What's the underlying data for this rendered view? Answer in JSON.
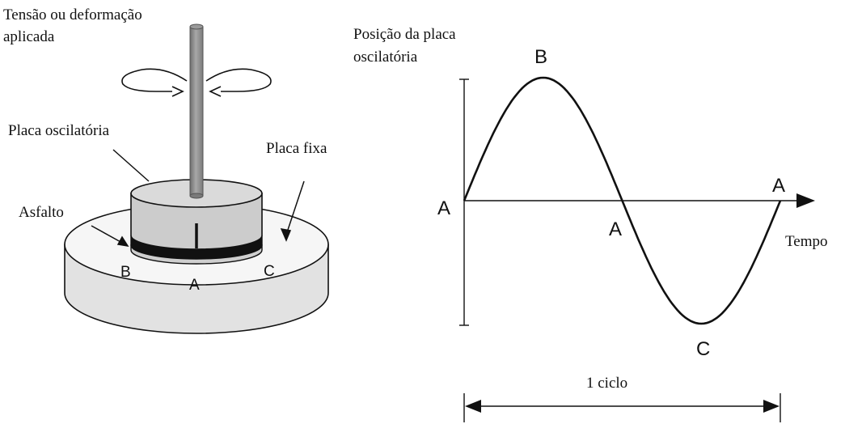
{
  "apparatus": {
    "applied_label_line1": "Tensão ou deformação",
    "applied_label_line2": "aplicada",
    "oscillating_plate_label": "Placa oscilatória",
    "fixed_plate_label": "Placa fixa",
    "asphalt_label": "Asfalto",
    "point_b": "B",
    "point_a": "A",
    "point_c": "C"
  },
  "wave": {
    "ylabel_line1": "Posição da placa",
    "ylabel_line2": "oscilatória",
    "xlabel": "Tempo",
    "peak_label": "B",
    "trough_label": "C",
    "start_label": "A",
    "mid_label": "A",
    "end_label": "A",
    "cycle_label": "1 ciclo"
  },
  "colors": {
    "line": "#111111",
    "base_top": "#f6f6f6",
    "base_side": "#e2e2e2",
    "plate_top": "#dadada",
    "plate_side": "#cccccc",
    "rod": "#8f8f8f",
    "asphalt": "#111111"
  }
}
